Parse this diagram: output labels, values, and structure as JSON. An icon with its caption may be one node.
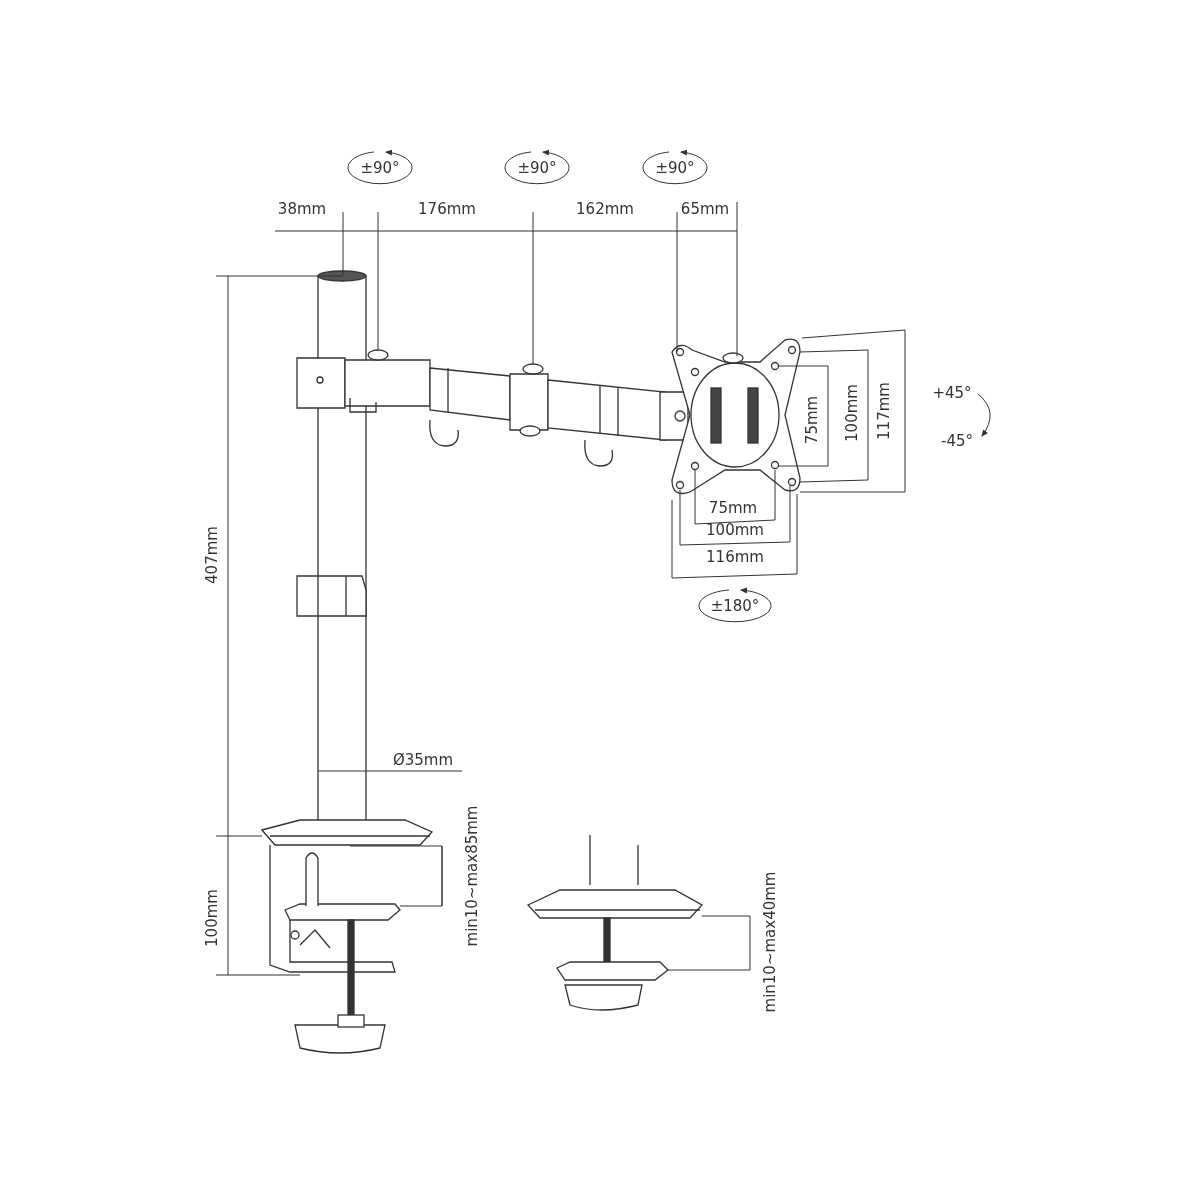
{
  "diagram": {
    "labels": [
      "±90°",
      "±90°",
      "±90°",
      "38mm",
      "176mm",
      "162mm",
      "65mm",
      "407mm",
      "75mm",
      "100mm",
      "117mm",
      "+45°",
      "-45°",
      "75mm",
      "100mm",
      "116mm",
      "±180°",
      "Ø35mm",
      "100mm",
      "min10~max85mm",
      "min10~max40mm"
    ]
  }
}
